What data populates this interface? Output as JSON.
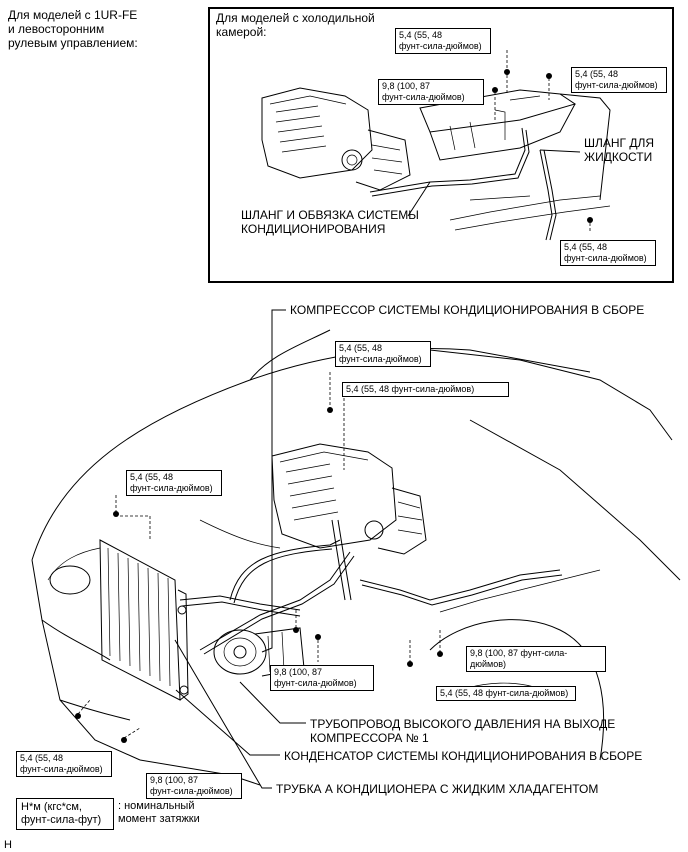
{
  "header_label": "Для моделей с 1UR-FE\nи левосторонним\nрулевым управлением:",
  "inset": {
    "title": "Для моделей с холодильной\nкамерой:",
    "torque_1": "5,4 (55, 48\nфунт-сила-дюймов)",
    "torque_2": "5,4 (55, 48\nфунт-сила-дюймов)",
    "torque_3": "9,8 (100, 87\nфунт-сила-дюймов)",
    "torque_4": "5,4 (55, 48\nфунт-сила-дюймов)",
    "hose_liquid": "ШЛАНГ ДЛЯ\nЖИДКОСТИ",
    "hose_ac": "ШЛАНГ И ОБВЯЗКА СИСТЕМЫ\nКОНДИЦИОНИРОВАНИЯ"
  },
  "main": {
    "compressor_label": "КОМПРЕССОР СИСТЕМЫ КОНДИЦИОНИРОВАНИЯ В СБОРЕ",
    "torque_top_1": "5,4 (55, 48\nфунт-сила-дюймов)",
    "torque_top_2": "5,4 (55, 48 фунт-сила-дюймов)",
    "torque_left_top": "5,4 (55, 48\nфунт-сила-дюймов)",
    "torque_right_98": "9,8 (100, 87 фунт-сила-дюймов)",
    "torque_mid_98": "9,8 (100, 87\nфунт-сила-дюймов)",
    "torque_right_54": "5,4 (55, 48 фунт-сила-дюймов)",
    "discharge_pipe": "ТРУБОПРОВОД ВЫСОКОГО ДАВЛЕНИЯ НА ВЫХОДЕ\nКОМПРЕССОРА № 1",
    "condenser_label": "КОНДЕНСАТОР СИСТЕМЫ КОНДИЦИОНИРОВАНИЯ В СБОРЕ",
    "liquid_tube": "ТРУБКА А КОНДИЦИОНЕРА С ЖИДКИМ ХЛАДАГЕНТОМ",
    "torque_left_bottom": "5,4 (55, 48\nфунт-сила-дюймов)",
    "torque_bottom_98": "9,8 (100, 87\nфунт-сила-дюймов)"
  },
  "legend": {
    "unit_box": "Н*м (кгс*см,\nфунт-сила-фут)",
    "unit_desc": ": номинальный\nмомент затяжки"
  },
  "footer_mark": "H"
}
